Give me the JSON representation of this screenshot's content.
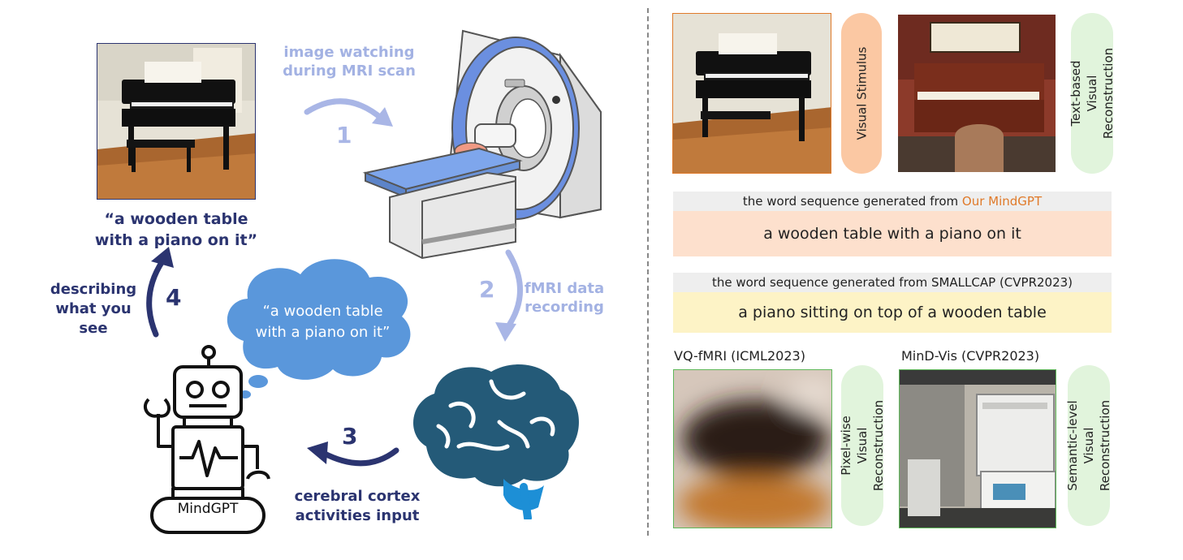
{
  "left": {
    "stimulus_caption": "“a wooden table\nwith a piano on it”",
    "step1": {
      "number": "1",
      "text": "image watching\nduring MRI scan"
    },
    "step2": {
      "number": "2",
      "text": "fMRI data\nrecording"
    },
    "step3": {
      "number": "3",
      "text": "cerebral cortex\nactivities input"
    },
    "step4": {
      "number": "4",
      "text": "describing\nwhat you\nsee"
    },
    "thought_text": "“a wooden table\nwith a piano on it”",
    "robot_label": "MindGPT"
  },
  "right": {
    "stimulus_pill": "Visual Stimulus",
    "text_recon_pill": "Text-based\nVisual Reconstruction",
    "ours_caption_prefix": "the word sequence generated from ",
    "ours_caption_model": "Our MindGPT",
    "ours_result": "a wooden table with a piano on it",
    "smallcap_caption": "the word sequence generated from SMALLCAP (CVPR2023)",
    "smallcap_result": "a piano sitting on top of a wooden table",
    "vqfmri_label": "VQ-fMRI (ICML2023)",
    "mindvis_label": "MinD-Vis (CVPR2023)",
    "pixel_pill": "Pixel-wise Visual\nReconstruction",
    "semantic_pill": "Semantic-level Visual\nReconstruction"
  },
  "colors": {
    "navy": "#2b3470",
    "pale_blue": "#a3b2e3",
    "ours_orange": "#e07a2a",
    "ours_pill": "#fbc8a3",
    "ours_box": "#fde0cd",
    "smallcap_box": "#fdf3c6",
    "green_pill": "#e1f4dc",
    "brain": "#245a78",
    "thought": "#5a97db"
  }
}
